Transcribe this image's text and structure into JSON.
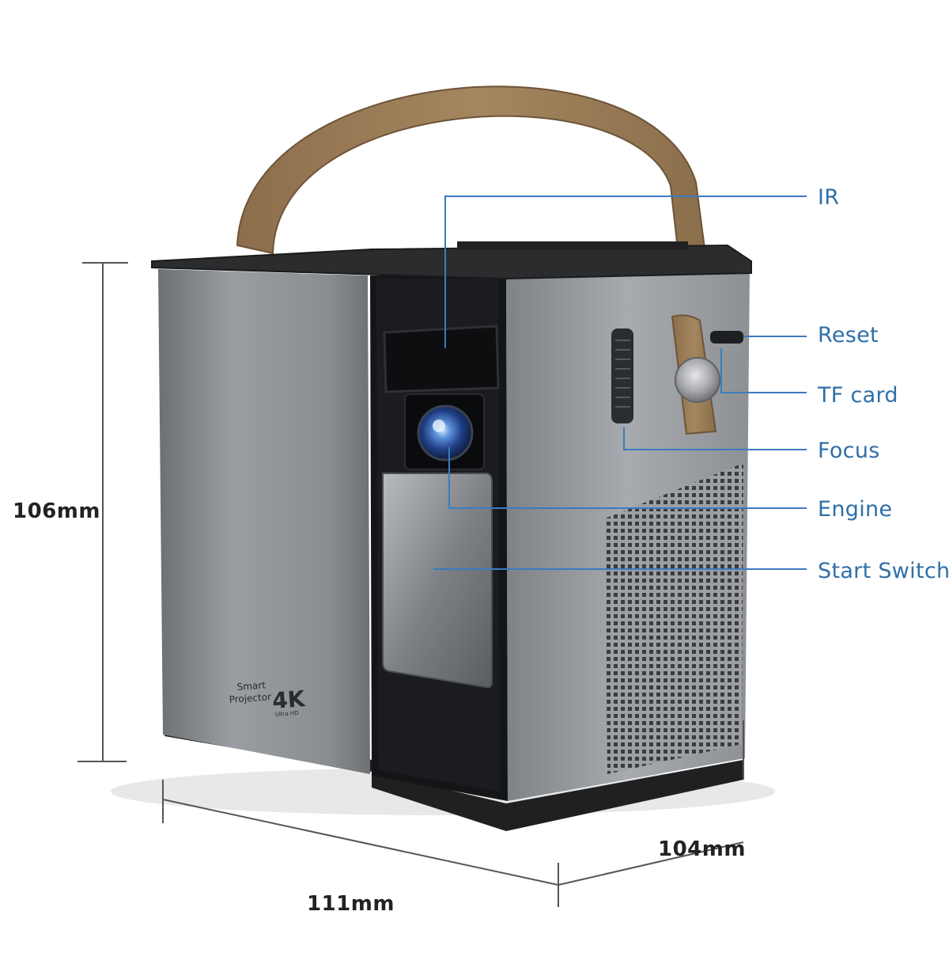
{
  "colors": {
    "callout_line": "#3b7bbf",
    "callout_text": "#2f6fa8",
    "dimension_line": "#555555",
    "body_silver": "#8e9195",
    "front_panel": "#17181a",
    "handle_leather": "#9a7c58",
    "top_cover": "#2b2c2e"
  },
  "callouts": {
    "ir": "IR",
    "reset": "Reset",
    "tf_card": "TF card",
    "focus": "Focus",
    "engine": "Engine",
    "start_switch": "Start Switch"
  },
  "dimensions": {
    "height": "106mm",
    "width": "111mm",
    "depth": "104mm"
  },
  "branding": {
    "smart": "Smart",
    "projector": "Projector",
    "resolution": "4K",
    "sub": "Ultra HD"
  }
}
